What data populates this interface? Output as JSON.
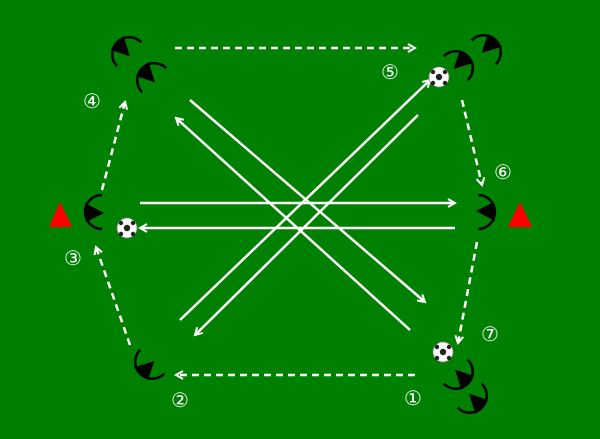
{
  "colors": {
    "field": "#008000",
    "cone": "#ff0000",
    "line": "#ffffff",
    "player": "#000000"
  },
  "labels": {
    "n1": "①",
    "n2": "②",
    "n3": "③",
    "n4": "④",
    "n5": "⑤",
    "n6": "⑥",
    "n7": "⑦"
  },
  "icons": [
    "player-icon",
    "cone-icon",
    "soccer-ball-icon",
    "arrow-icon"
  ]
}
